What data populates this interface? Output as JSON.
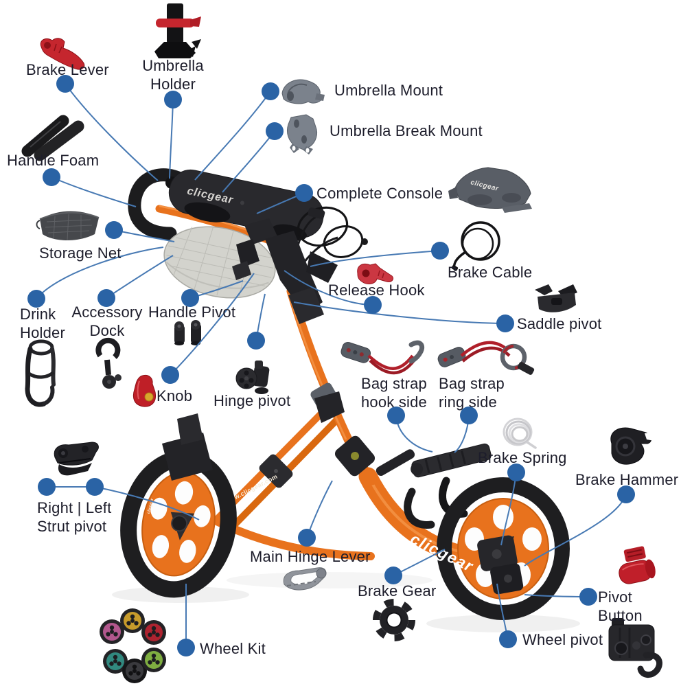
{
  "diagram_type": "golf push cart parts diagram",
  "brand": "clicgear",
  "colors": {
    "dot_blue": "#2a63a5",
    "leader_line_blue": "#4779b3",
    "label_text": "#1d1d2b",
    "cart_orange": "#e8721d",
    "part_red": "#c5262e",
    "part_gray": "#7b828c",
    "part_black": "#232327"
  },
  "parts": [
    {
      "id": "brake-lever",
      "label": "Brake Lever"
    },
    {
      "id": "umbrella-holder",
      "label": "Umbrella\nHolder"
    },
    {
      "id": "umbrella-mount",
      "label": "Umbrella Mount"
    },
    {
      "id": "umbrella-break-mount",
      "label": "Umbrella Break Mount"
    },
    {
      "id": "handle-foam",
      "label": "Handle Foam"
    },
    {
      "id": "complete-console",
      "label": "Complete Console"
    },
    {
      "id": "storage-net",
      "label": "Storage Net"
    },
    {
      "id": "brake-cable",
      "label": "Brake Cable"
    },
    {
      "id": "release-hook",
      "label": "Release Hook"
    },
    {
      "id": "saddle-pivot",
      "label": "Saddle pivot"
    },
    {
      "id": "drink-holder",
      "label": "Drink\nHolder"
    },
    {
      "id": "accessory-dock",
      "label": "Accessory\nDock"
    },
    {
      "id": "handle-pivot",
      "label": "Handle Pivot"
    },
    {
      "id": "knob",
      "label": "Knob"
    },
    {
      "id": "hinge-pivot",
      "label": "Hinge pivot"
    },
    {
      "id": "bag-strap-hook-side",
      "label": "Bag strap\nhook side"
    },
    {
      "id": "bag-strap-ring-side",
      "label": "Bag strap\nring side"
    },
    {
      "id": "brake-spring",
      "label": "Brake Spring"
    },
    {
      "id": "brake-hammer",
      "label": "Brake Hammer"
    },
    {
      "id": "strut-pivot",
      "label": "Right | Left\nStrut pivot"
    },
    {
      "id": "main-hinge-lever",
      "label": "Main Hinge Lever"
    },
    {
      "id": "brake-gear",
      "label": "Brake Gear"
    },
    {
      "id": "wheel-kit",
      "label": "Wheel Kit"
    },
    {
      "id": "pivot-button",
      "label": "Pivot Button"
    },
    {
      "id": "wheel-pivot",
      "label": "Wheel pivot"
    }
  ],
  "cart": {
    "console_logo": "clicgear",
    "frame_logo": "clicgear",
    "frame_url": "www.clicgear.com",
    "wheel_logo": "clicgear"
  },
  "wheel_kit": {
    "colors": [
      "#b2578d",
      "#c79b2b",
      "#ae2330",
      "#31897f",
      "#3a3a3e",
      "#7fae41"
    ]
  }
}
